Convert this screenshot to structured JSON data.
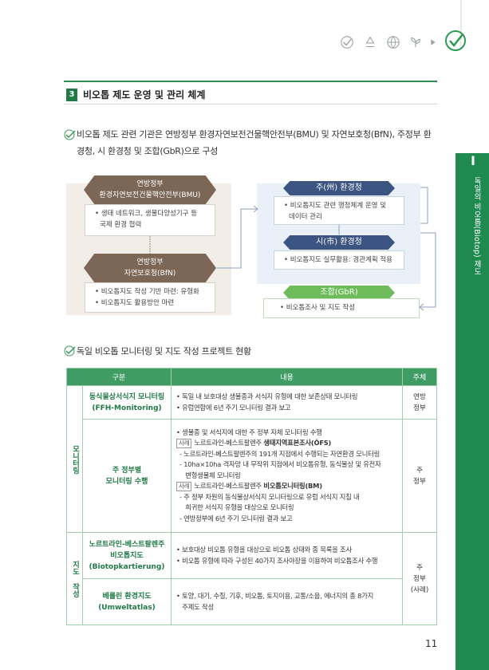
{
  "header": {
    "icons": [
      "check-shield-icon",
      "recycle-icon",
      "globe-icon",
      "plant-icon",
      "play-icon",
      "leaf-check-icon"
    ]
  },
  "side_tab": {
    "mark": "I",
    "text": "독일의 비오톱(Biotop) 제도"
  },
  "section": {
    "number": "3",
    "title": "비오톱 제도 운영 및 관리 체계"
  },
  "intro": {
    "text": "비오톱 제도 관련 기관은 연방정부 환경자연보전건물핵안전부(BMU) 및 자연보호청(BfN), 주정부 환경청, 시 환경청 및 조합(GbR)으로 구성"
  },
  "diagram": {
    "federal": [
      {
        "title_line1": "연방정부",
        "title_line2": "환경자연보전건물핵안전부(BMU)",
        "items": [
          "생태 네트워크, 생물다양성기구 등",
          "국제 환경 협력"
        ]
      },
      {
        "title_line1": "연방정부",
        "title_line2": "자연보호청(BfN)",
        "items": [
          "비오톱지도 작성 기반 마련: 유형화",
          "비오톱지도 활용방안 마련"
        ]
      }
    ],
    "state": {
      "title": "주(州) 환경청",
      "items": [
        "비오톱지도 관련 행정체계 운영 및",
        "데이터 관리"
      ]
    },
    "city": {
      "title": "시(市) 환경청",
      "items": [
        "비오톱지도 실무활용: 경관계획 적용"
      ]
    },
    "union": {
      "title": "조합(GbR)",
      "items": [
        "비오톱조사 및 지도 작성"
      ]
    }
  },
  "table_title": "독일 비오톱 모니터링 및 지도 작성 프로젝트 현황",
  "table": {
    "headers": [
      "구분",
      "내용",
      "주체"
    ],
    "group1": "모니터링",
    "group2": "지도 작성",
    "rows": [
      {
        "name1": "동식물상서식지 모니터링",
        "name2": "(FFH-Monitoring)",
        "lines": [
          "• 독일 내 보호대상 생물종과 서식지 유형에 대한 보존상태 모니터링",
          "• 유럽연합에 6년 주기 모니터링 결과 보고"
        ],
        "subject1": "연방",
        "subject2": "정부"
      },
      {
        "name1": "주 정부별",
        "name2": "모니터링 수행",
        "line1": "• 생물종 및 서식지에 대한 주 정부 자체 모니터링 수행",
        "tag": "사례",
        "ex1_pre": "노르트라인-베스트팔렌주 ",
        "ex1_bold": "생태지역표본조사(ÖFS)",
        "ex1_lines": [
          "- 노르트라인-베스트팔렌주의 191개 지점에서 수행되는 자연환경 모니터링",
          "- 10ha×10ha 격자망 내 무작위 지점에서 비오톱유형, 동식물상 및 유전자",
          "   변형생물체 모니터링"
        ],
        "ex2_pre": "노르트라인-베스트팔렌주 ",
        "ex2_bold": "비오톱모니터링(BM)",
        "ex2_lines": [
          "- 주 정부 차원의 동식물상서식지 모니터링으로 유럽 서식지 지침 내",
          "   희귀한 서식지 유형을 대상으로 모니터링",
          "- 연방정부에 6년 주기 모니터링 결과 보고"
        ],
        "subject1": "주",
        "subject2": "정부"
      },
      {
        "name1": "노르트라인-베스트팔렌주",
        "name2": "비오톱지도",
        "name3": "(Biotopkartierung)",
        "lines": [
          "• 보호대상 비오톱 유형을 대상으로 비오톱 상태와 종 목록을 조사",
          "• 비오톱 유형에 따라 구성된 40가지 조사야장을 이용하여 비오톱조사 수행"
        ],
        "subject1": "주",
        "subject2": "정부",
        "subject3": "(사례)"
      },
      {
        "name1": "베를린 환경지도",
        "name2": "(Umweltatlas)",
        "lines": [
          "• 토양, 대기, 수질, 기후, 비오톱, 토지이용, 교통/소음, 에너지의 총 8가지",
          "   주제도 작성"
        ]
      }
    ]
  },
  "page_number": "11"
}
